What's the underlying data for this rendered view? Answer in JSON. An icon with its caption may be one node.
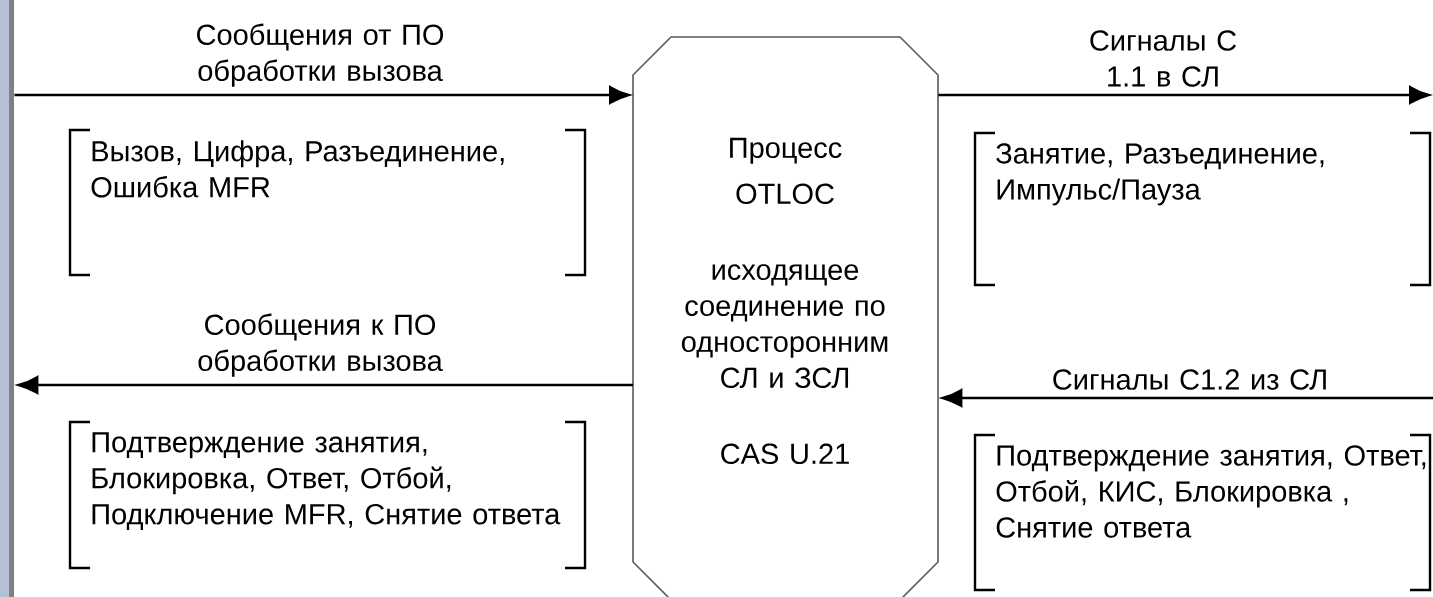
{
  "diagram": {
    "nodes": [
      {
        "text": [],
        "shape": "bar"
      },
      {
        "text": [
          "Процесс",
          "OTLOC",
          "исходящее соединение по односторонним СЛ и ЗСЛ",
          "CAS U.21"
        ]
      },
      {
        "text": [
          "Вызов, Цифра, Разъединение, Ошибка MFR"
        ]
      },
      {
        "text": [
          "Подтверждение занятия, Блокировка, Ответ, Отбой, Подключение MFR, Снятие ответа"
        ]
      },
      {
        "text": [
          "Занятие, Разъединение, Импульс/Пауза"
        ]
      },
      {
        "text": [
          "Подтверждение занятия, Ответ, Отбой, КИС, Блокировка , Снятие ответа"
        ]
      }
    ],
    "edges": [
      {
        "from": 0,
        "to": 1,
        "arrow": "to",
        "label": "Сообщения от ПО обработки вызова"
      },
      {
        "from": 1,
        "to": null,
        "arrow": "to",
        "label": "Сигналы С 1.1 в СЛ"
      },
      {
        "from": 1,
        "to": 0,
        "arrow": "to",
        "label": "Сообщения к ПО обработки вызова"
      },
      {
        "from": null,
        "to": 1,
        "arrow": "to",
        "label": "Сигналы С1.2 из СЛ"
      }
    ]
  }
}
